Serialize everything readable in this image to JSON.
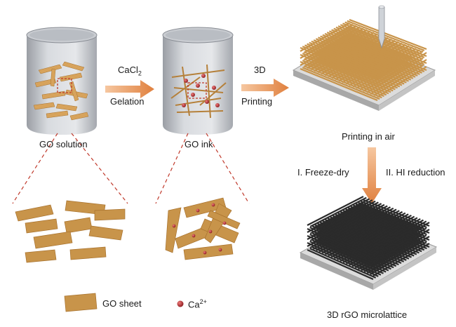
{
  "labels": {
    "go_solution": "GO solution",
    "go_ink": "GO ink",
    "printing_in_air": "Printing in air",
    "rgo_microlattice": "3D rGO microlattice"
  },
  "arrows": {
    "arrow1_top": "CaCl",
    "arrow1_top_sub": "2",
    "arrow1_bottom": "Gelation",
    "arrow2_top": "3D",
    "arrow2_bottom": "Printing",
    "arrow3_left": "I. Freeze-dry",
    "arrow3_right": "II. HI reduction"
  },
  "legend": {
    "go_sheet": "GO sheet",
    "ca_ion": "Ca",
    "ca_ion_sup": "2+"
  },
  "colors": {
    "go_sheet": "#c8944a",
    "go_sheet_edge": "#a8722e",
    "ca_ion": "#b3222a",
    "arrow": "#e08a4a",
    "rgo": "#2b2b2b",
    "dash": "#c0392b"
  }
}
